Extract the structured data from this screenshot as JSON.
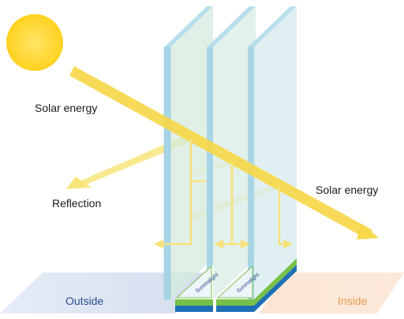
{
  "labels": {
    "solar_energy_in": "Solar energy",
    "solar_energy_out": "Solar energy",
    "reflection": "Reflection",
    "outside": "Outside",
    "inside": "Inside"
  },
  "spacer_brand": "Sunmalight",
  "colors": {
    "sun": "#ffd633",
    "beam": "#f6d84a",
    "glass_face": "#cfe9f3",
    "glass_tint": "#dbe9c4",
    "glass_edge": "#9fcfe0",
    "floor_outside": "#dce4f2",
    "floor_inside": "#fbe2cd",
    "outside_text": "#2b4f8c",
    "inside_text": "#e39a54",
    "spacer_green": "#78c04a",
    "spacer_blue": "#1f6fb5"
  }
}
